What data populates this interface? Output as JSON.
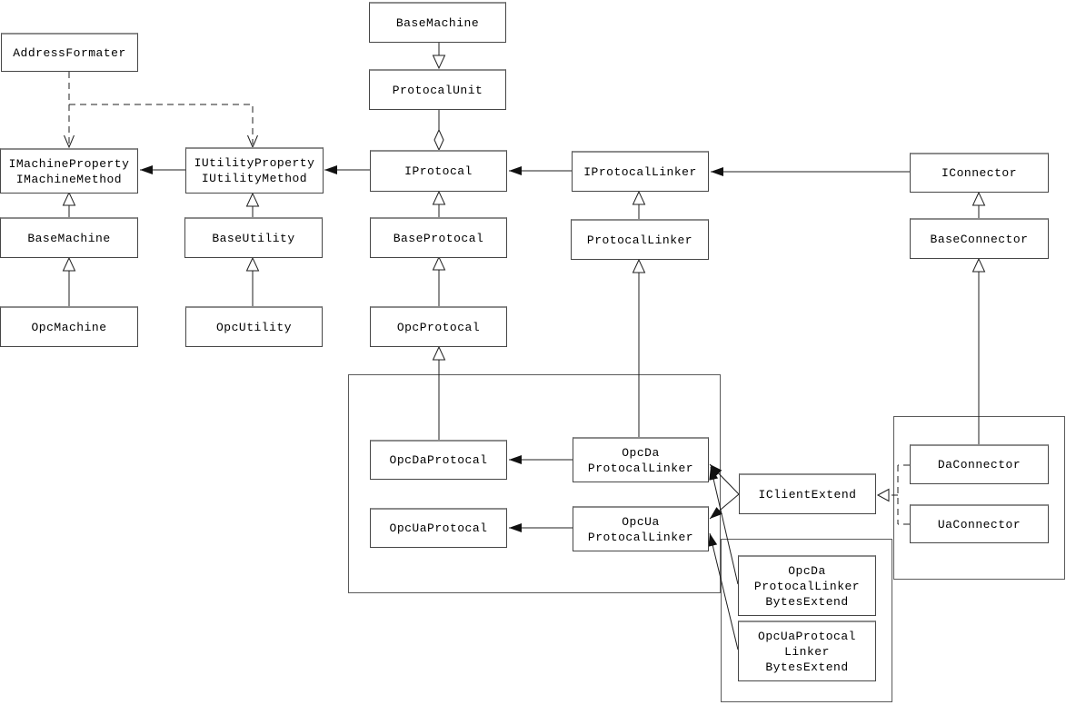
{
  "diagram": {
    "kind": "uml-class-diagram",
    "colors": {
      "background": "#ffffff",
      "line": "#1f1f1f",
      "box_border": "#464646",
      "box_border_highlight": "#8c8c8c",
      "text": "#000000"
    },
    "nodes": {
      "addressFormater": {
        "label": "AddressFormater"
      },
      "iMachine": {
        "label": "IMachineProperty\nIMachineMethod"
      },
      "baseMachineLeft": {
        "label": "BaseMachine"
      },
      "opcMachine": {
        "label": "OpcMachine"
      },
      "iUtility": {
        "label": "IUtilityProperty\nIUtilityMethod"
      },
      "baseUtility": {
        "label": "BaseUtility"
      },
      "opcUtility": {
        "label": "OpcUtility"
      },
      "baseMachineTop": {
        "label": "BaseMachine"
      },
      "protocalUnit": {
        "label": "ProtocalUnit"
      },
      "iProtocal": {
        "label": "IProtocal"
      },
      "baseProtocal": {
        "label": "BaseProtocal"
      },
      "opcProtocal": {
        "label": "OpcProtocal"
      },
      "iProtocalLinker": {
        "label": "IProtocalLinker"
      },
      "protocalLinker": {
        "label": "ProtocalLinker"
      },
      "iConnector": {
        "label": "IConnector"
      },
      "baseConnector": {
        "label": "BaseConnector"
      },
      "opcDaProtocal": {
        "label": "OpcDaProtocal"
      },
      "opcDaLinker": {
        "label": "OpcDa\nProtocalLinker"
      },
      "opcUaProtocal": {
        "label": "OpcUaProtocal"
      },
      "opcUaLinker": {
        "label": "OpcUa\nProtocalLinker"
      },
      "iClientExtend": {
        "label": "IClientExtend"
      },
      "daConnector": {
        "label": "DaConnector"
      },
      "uaConnector": {
        "label": "UaConnector"
      },
      "opcDaBytes": {
        "label": "OpcDa\nProtocalLinker\nBytesExtend"
      },
      "opcUaBytes": {
        "label": "OpcUaProtocal\nLinker\nBytesExtend"
      }
    },
    "relations": [
      {
        "from": "AddressFormater",
        "to": "IMachineProperty IMachineMethod",
        "type": "dependency"
      },
      {
        "from": "AddressFormater",
        "to": "IUtilityProperty IUtilityMethod",
        "type": "dependency"
      },
      {
        "from": "IUtilityProperty IUtilityMethod",
        "to": "IMachineProperty IMachineMethod",
        "type": "association"
      },
      {
        "from": "IProtocal",
        "to": "IUtilityProperty IUtilityMethod",
        "type": "association"
      },
      {
        "from": "IProtocalLinker",
        "to": "IProtocal",
        "type": "association"
      },
      {
        "from": "IConnector",
        "to": "IProtocalLinker",
        "type": "association"
      },
      {
        "from": "BaseMachine",
        "to": "IMachineProperty IMachineMethod",
        "type": "inheritance"
      },
      {
        "from": "OpcMachine",
        "to": "BaseMachine",
        "type": "inheritance"
      },
      {
        "from": "BaseUtility",
        "to": "IUtilityProperty IUtilityMethod",
        "type": "inheritance"
      },
      {
        "from": "OpcUtility",
        "to": "BaseUtility",
        "type": "inheritance"
      },
      {
        "from": "BaseMachine",
        "to": "ProtocalUnit",
        "type": "inheritance"
      },
      {
        "from": "ProtocalUnit",
        "to": "IProtocal",
        "type": "aggregation"
      },
      {
        "from": "BaseProtocal",
        "to": "IProtocal",
        "type": "inheritance"
      },
      {
        "from": "OpcProtocal",
        "to": "BaseProtocal",
        "type": "inheritance"
      },
      {
        "from": "OpcDaProtocal",
        "to": "OpcProtocal",
        "type": "inheritance"
      },
      {
        "from": "ProtocalLinker",
        "to": "IProtocalLinker",
        "type": "inheritance"
      },
      {
        "from": "OpcDa ProtocalLinker",
        "to": "ProtocalLinker",
        "type": "inheritance"
      },
      {
        "from": "BaseConnector",
        "to": "IConnector",
        "type": "inheritance"
      },
      {
        "from": "DaConnector",
        "to": "BaseConnector",
        "type": "inheritance"
      },
      {
        "from": "OpcDa ProtocalLinker",
        "to": "OpcDaProtocal",
        "type": "association"
      },
      {
        "from": "OpcUa ProtocalLinker",
        "to": "OpcUaProtocal",
        "type": "association"
      },
      {
        "from": "IClientExtend",
        "to": "OpcDa ProtocalLinker",
        "type": "association"
      },
      {
        "from": "IClientExtend",
        "to": "OpcUa ProtocalLinker",
        "type": "association"
      },
      {
        "from": "OpcDa ProtocalLinker BytesExtend",
        "to": "OpcDa ProtocalLinker",
        "type": "association"
      },
      {
        "from": "OpcUaProtocal Linker BytesExtend",
        "to": "OpcUa ProtocalLinker",
        "type": "association"
      },
      {
        "from": "DaConnector",
        "to": "IClientExtend",
        "type": "realization"
      },
      {
        "from": "UaConnector",
        "to": "IClientExtend",
        "type": "realization"
      }
    ]
  }
}
